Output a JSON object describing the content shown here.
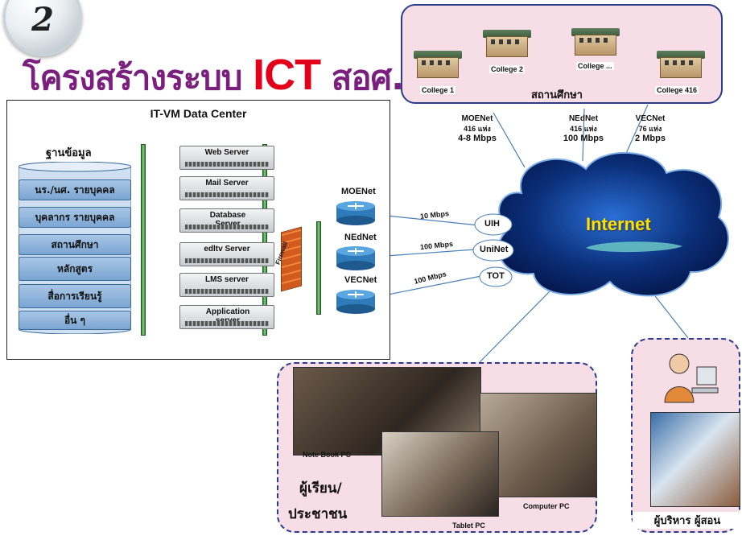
{
  "header": {
    "badge_number": "2",
    "title_thai_1": "โครงสร้างระบบ ",
    "title_ict": "ICT",
    "title_thai_2": " สอศ."
  },
  "data_center": {
    "title": "IT-VM Data Center",
    "database_title": "ฐานข้อมูล",
    "database_items": [
      "นร./นศ. รายบุคคล",
      "บุคลากร รายบุคคล",
      "สถานศึกษา",
      "หลักสูตร",
      "สื่อการเรียนรู้",
      "อื่น ๆ"
    ],
    "servers": [
      "Web Server",
      "Mail Server",
      "Database Server",
      "edltv Server",
      "LMS server",
      "Application server"
    ],
    "firewall_label": "Firewall"
  },
  "colleges": {
    "labels": [
      "College 1",
      "College 2",
      "College ...",
      "College 416"
    ],
    "caption": "สถานศึกษา"
  },
  "networks": [
    {
      "name": "MOENet",
      "count": "416 แห่ง",
      "speed": "4-8 Mbps"
    },
    {
      "name": "NEdNet",
      "count": "416 แห่ง",
      "speed": "100 Mbps"
    },
    {
      "name": "VECNet",
      "count": "76 แห่ง",
      "speed": "2 Mbps"
    }
  ],
  "routers": [
    "MOENet",
    "NEdNet",
    "VECNet"
  ],
  "links": [
    {
      "speed": "10 Mbps",
      "isp": "UIH"
    },
    {
      "speed": "100 Mbps",
      "isp": "UniNet"
    },
    {
      "speed": "100 Mbps",
      "isp": "TOT"
    }
  ],
  "internet_label": "Internet",
  "users": {
    "notebook_label": "Note Book PC",
    "tablet_label": "Tablet PC",
    "computer_label": "Computer PC",
    "group_label_1": "ผู้เรียน/",
    "group_label_2": "ประชาชน"
  },
  "executives": {
    "label": "ผู้บริหาร ผู้สอน"
  },
  "colors": {
    "title_purple": "#7a1f7e",
    "ict_red": "#e3001b",
    "panel_pink": "#f6dde6",
    "panel_border": "#2b3d8a",
    "internet_yellow": "#ffe000"
  }
}
